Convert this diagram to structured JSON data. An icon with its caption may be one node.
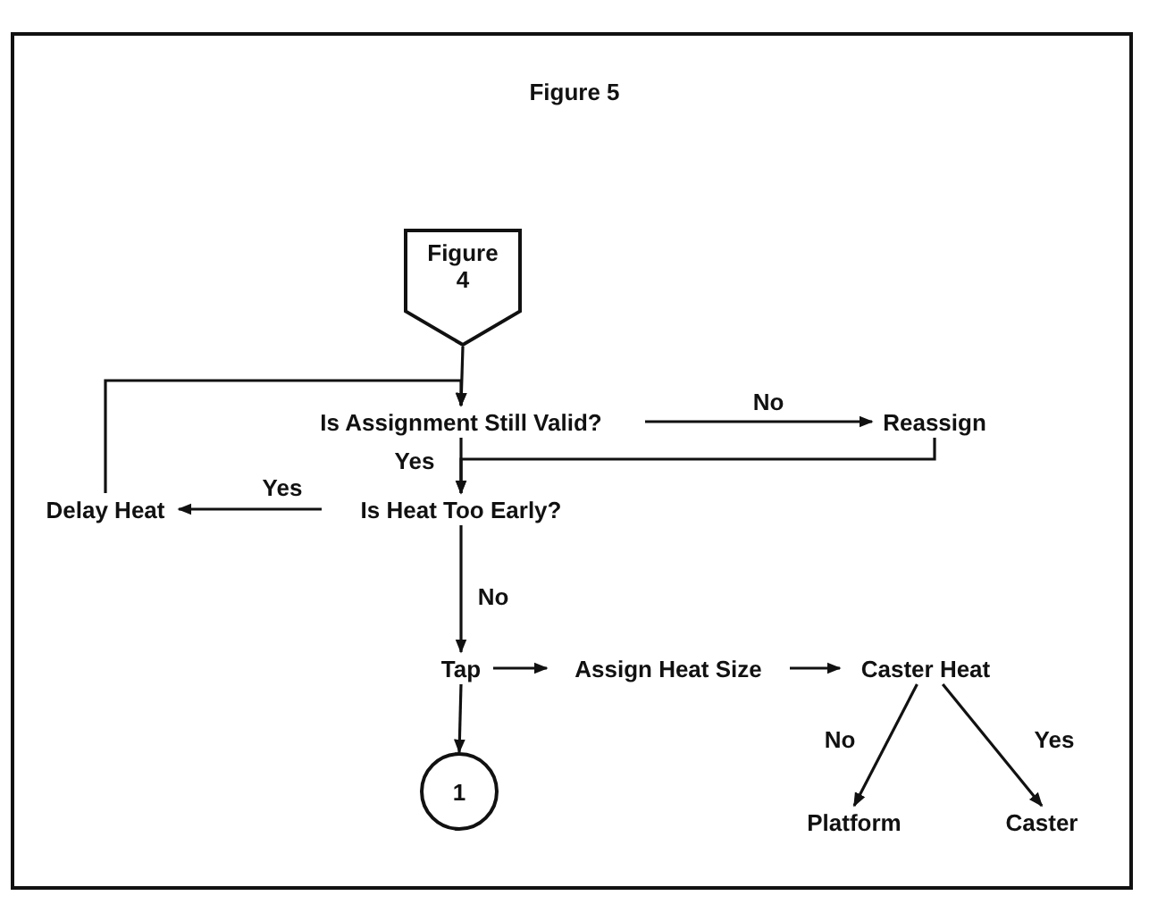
{
  "diagram": {
    "title": "Figure 5",
    "nodes": [
      {
        "text": [
          "Figure 4"
        ]
      },
      {
        "text": [
          "Is Assignment Still Valid?"
        ]
      },
      {
        "text": [
          "Reassign"
        ]
      },
      {
        "text": [
          "Delay Heat"
        ]
      },
      {
        "text": [
          "Is Heat Too Early?"
        ]
      },
      {
        "text": [
          "Tap"
        ]
      },
      {
        "text": [
          "Assign Heat Size"
        ]
      },
      {
        "text": [
          "Caster Heat"
        ]
      },
      {
        "text": [
          "Platform"
        ]
      },
      {
        "text": [
          "Caster"
        ]
      },
      {
        "text": [
          "1"
        ]
      }
    ],
    "edges": [
      {
        "from": 0,
        "to": 1,
        "arrow": "to"
      },
      {
        "from": 3,
        "to": 1,
        "arrow": "to"
      },
      {
        "from": 1,
        "to": 2,
        "arrow": "to",
        "label": "No"
      },
      {
        "from": 1,
        "to": 4,
        "arrow": "to",
        "label": "Yes"
      },
      {
        "from": 2,
        "to": 4,
        "arrow": "to"
      },
      {
        "from": 4,
        "to": 3,
        "arrow": "to",
        "label": "Yes"
      },
      {
        "from": 4,
        "to": 5,
        "arrow": "to",
        "label": "No"
      },
      {
        "from": 5,
        "to": 6,
        "arrow": "to"
      },
      {
        "from": 6,
        "to": 7,
        "arrow": "to"
      },
      {
        "from": 7,
        "to": 8,
        "arrow": "to",
        "label": "No"
      },
      {
        "from": 7,
        "to": 9,
        "arrow": "to",
        "label": "Yes"
      },
      {
        "from": 5,
        "to": 10,
        "arrow": "to"
      }
    ]
  }
}
